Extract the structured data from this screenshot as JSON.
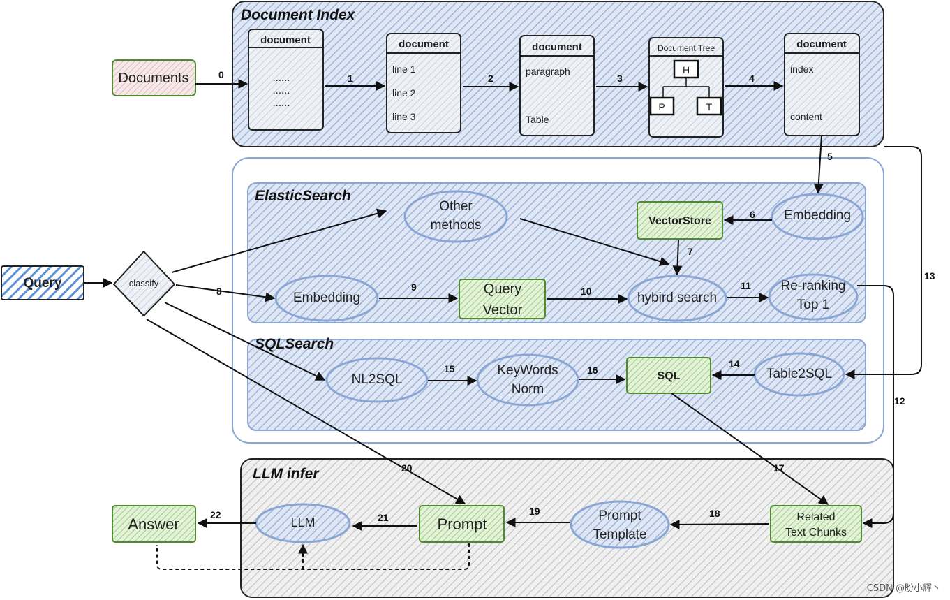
{
  "sections": {
    "document_index": "Document Index",
    "elastic_search": "ElasticSearch",
    "sql_search": "SQLSearch",
    "llm_infer": "LLM infer"
  },
  "nodes": {
    "documents": "Documents",
    "doc1_header": "document",
    "doc1_dots": [
      "......",
      "......",
      "......"
    ],
    "doc2_header": "document",
    "doc2_lines": [
      "line 1",
      "line 2",
      "line 3"
    ],
    "doc3_header": "document",
    "doc3_paragraph": "paragraph",
    "doc3_table": "Table",
    "doctree_header": "Document Tree",
    "tree_h": "H",
    "tree_p": "P",
    "tree_t": "T",
    "doc5_header": "document",
    "doc5_index": "index",
    "doc5_content": "content",
    "other_methods": [
      "Other",
      "methods"
    ],
    "vector_store": "VectorStore",
    "embedding_top": "Embedding",
    "query": "Query",
    "classify": "classify",
    "embedding": "Embedding",
    "query_vector": [
      "Query",
      "Vector"
    ],
    "hybrid_search": "hybird search",
    "reranking": [
      "Re-ranking",
      "Top 1"
    ],
    "nl2sql": "NL2SQL",
    "keywords_norm": [
      "KeyWords",
      "Norm"
    ],
    "sql": "SQL",
    "table2sql": "Table2SQL",
    "answer": "Answer",
    "llm": "LLM",
    "prompt": "Prompt",
    "prompt_template": [
      "Prompt",
      "Template"
    ],
    "related_chunks": [
      "Related",
      "Text Chunks"
    ]
  },
  "edges": [
    "0",
    "1",
    "2",
    "3",
    "4",
    "5",
    "6",
    "7",
    "8",
    "9",
    "10",
    "11",
    "12",
    "13",
    "14",
    "15",
    "16",
    "17",
    "18",
    "19",
    "20",
    "21",
    "22"
  ],
  "watermark": "CSDN @盼小辉丶",
  "colors": {
    "blue_fill": "#b9c9e3",
    "blue_border": "#7f9ccf",
    "green_border": "#4f8a2f",
    "green_fill": "#c9e6b8",
    "gray_fill": "#d9d9d9",
    "query_fill": "#5b8fd6"
  }
}
